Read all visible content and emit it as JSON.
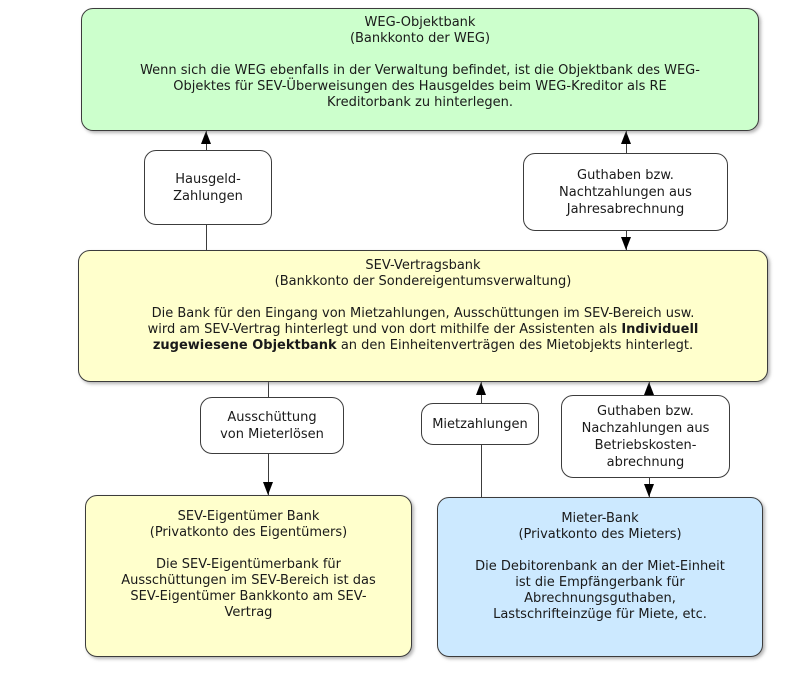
{
  "colors": {
    "background": "#ffffff",
    "node_green": "#ccffcc",
    "node_yellow": "#ffffcc",
    "node_blue": "#cce9ff",
    "label_white": "#ffffff",
    "border": "#3c3c3c",
    "text": "#1a1a1a"
  },
  "nodes": {
    "weg_objektbank": {
      "title": "WEG-Objektbank",
      "subtitle": "(Bankkonto der WEG)",
      "body_lines": [
        "Wenn sich die WEG ebenfalls in der Verwaltung befindet, ist die Objektbank des WEG-",
        "Objektes für SEV-Überweisungen des Hausgeldes beim WEG-Kreditor als RE",
        "Kreditorbank zu hinterlegen."
      ]
    },
    "sev_vertragsbank": {
      "title": "SEV-Vertragsbank",
      "subtitle": "(Bankkonto der Sondereigentumsverwaltung)",
      "body_line1": "Die Bank für den Eingang von Mietzahlungen, Ausschüttungen im SEV-Bereich usw.",
      "body_line2_regular": "wird am SEV-Vertrag hinterlegt und von dort mithilfe der Assistenten als ",
      "body_line2_bold": "Individuell",
      "body_line3_bold": "zugewiesene Objektbank",
      "body_line3_regular": " an den Einheitenverträgen des Mietobjekts hinterlegt."
    },
    "sev_eigentuemer_bank": {
      "title": "SEV-Eigentümer Bank",
      "subtitle": "(Privatkonto des Eigentümers)",
      "body_lines": [
        "Die SEV-Eigentümerbank für",
        "Ausschüttungen im SEV-Bereich ist das",
        "SEV-Eigentümer Bankkonto am SEV-",
        "Vertrag"
      ]
    },
    "mieter_bank": {
      "title": "Mieter-Bank",
      "subtitle": "(Privatkonto des Mieters)",
      "body_lines": [
        "Die Debitorenbank an der Miet-Einheit",
        "ist die Empfängerbank für",
        "Abrechnungsguthaben,",
        "Lastschrifteinzüge für Miete, etc."
      ]
    }
  },
  "edges": {
    "hausgeld": {
      "label_lines": [
        "Hausgeld-",
        "Zahlungen"
      ],
      "from": "SEV-Vertragsbank",
      "to": "WEG-Objektbank",
      "direction": "up"
    },
    "jahresabrechnung": {
      "label_lines": [
        "Guthaben bzw.",
        "Nachtzahlungen aus",
        "Jahresabrechnung"
      ],
      "from": "WEG-Objektbank",
      "to": "SEV-Vertragsbank",
      "direction": "both"
    },
    "ausschuettung": {
      "label_lines": [
        "Ausschüttung",
        "von Mieterlösen"
      ],
      "from": "SEV-Vertragsbank",
      "to": "SEV-Eigentümer Bank",
      "direction": "down"
    },
    "mietzahlungen": {
      "label_lines": [
        "Mietzahlungen"
      ],
      "from": "Mieter-Bank",
      "to": "SEV-Vertragsbank",
      "direction": "up"
    },
    "betriebskosten": {
      "label_lines": [
        "Guthaben bzw.",
        "Nachzahlungen aus",
        "Betriebskosten-",
        "abrechnung"
      ],
      "from": "SEV-Vertragsbank",
      "to": "Mieter-Bank",
      "direction": "both"
    }
  }
}
